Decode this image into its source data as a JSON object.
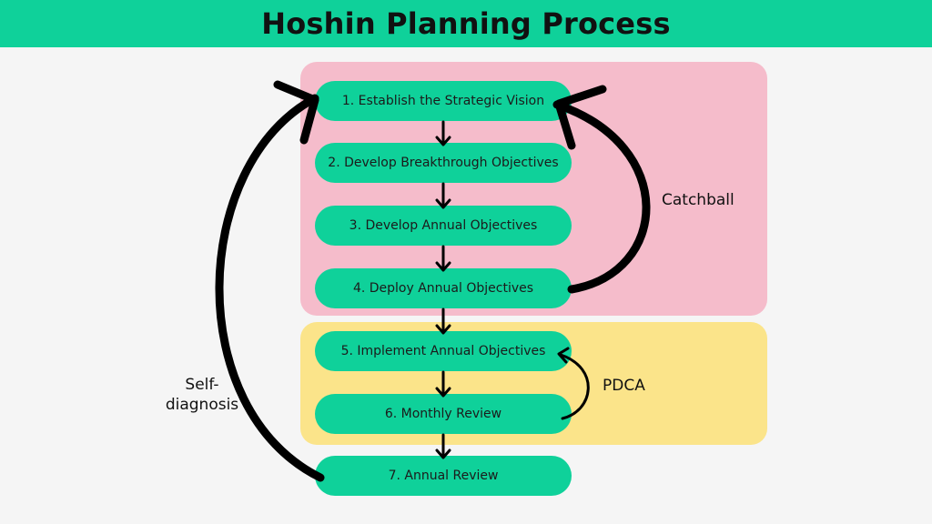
{
  "title": "Hoshin Planning Process",
  "steps": [
    "1. Establish the Strategic Vision",
    "2. Develop Breakthrough Objectives",
    "3. Develop Annual Objectives",
    "4. Deploy Annual Objectives",
    "5. Implement Annual Objectives",
    "6. Monthly Review",
    "7. Annual Review"
  ],
  "labels": {
    "catchball": "Catchball",
    "pdca": "PDCA",
    "self_line1": "Self-",
    "self_line2": "diagnosis"
  },
  "colors": {
    "step_fill": "#0fd19a",
    "catchball_zone": "#f5bccb",
    "pdca_zone": "#fbe48a",
    "arrow": "#000000"
  }
}
